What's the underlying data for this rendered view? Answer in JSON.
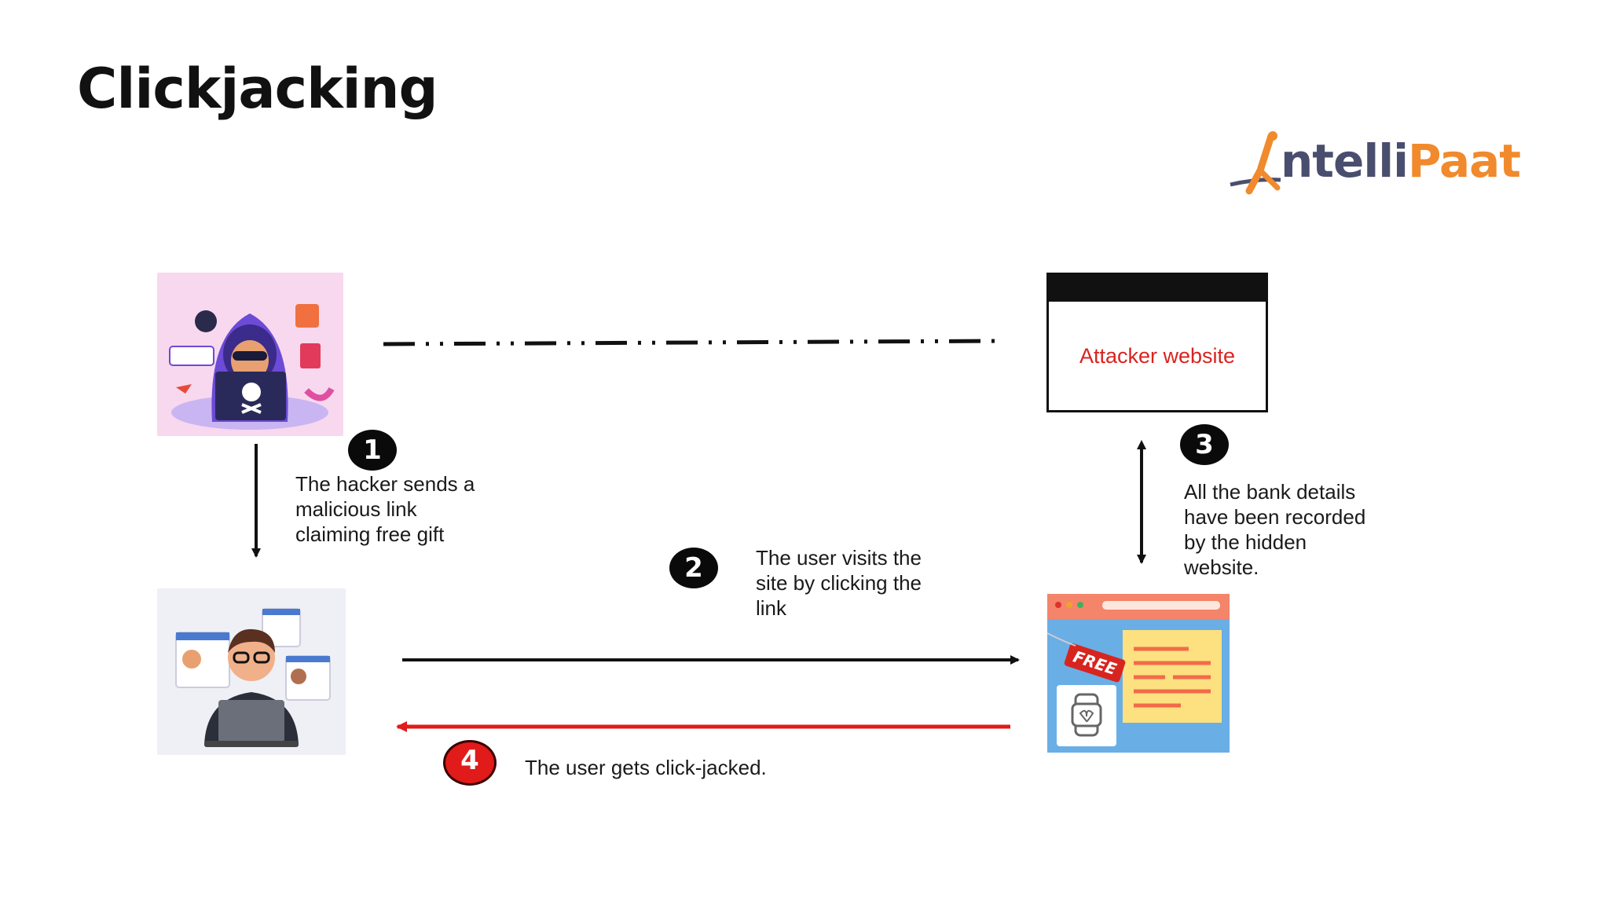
{
  "slide": {
    "title": "Clickjacking"
  },
  "logo": {
    "brand_prefix": "I",
    "brand_rest_a": "ntelli",
    "brand_rest_b": "Paat"
  },
  "attacker": {
    "label": "Attacker website"
  },
  "steps": [
    {
      "number": "1",
      "lines": [
        "The hacker sends a",
        "malicious link",
        "claiming free gift"
      ],
      "badge_color": "#0a0a0a"
    },
    {
      "number": "2",
      "lines": [
        "The user visits the",
        "site by clicking the",
        "link"
      ],
      "badge_color": "#0a0a0a"
    },
    {
      "number": "3",
      "lines": [
        "All the bank details",
        "have been recorded",
        "by the hidden",
        "website."
      ],
      "badge_color": "#0a0a0a"
    },
    {
      "number": "4",
      "lines": [
        "The user gets click-jacked."
      ],
      "badge_color": "#e11a1a"
    }
  ],
  "illustrations": {
    "hacker": "hacker-with-laptop-illustration",
    "user": "user-at-laptop-illustration",
    "site": "free-gift-website-illustration",
    "free_tag": "FREE"
  },
  "colors": {
    "arrow_black": "#111111",
    "arrow_red": "#e11a1a",
    "attacker_text": "#d9231f",
    "logo_orange": "#f08a2c",
    "logo_navy": "#4a4e6e"
  }
}
